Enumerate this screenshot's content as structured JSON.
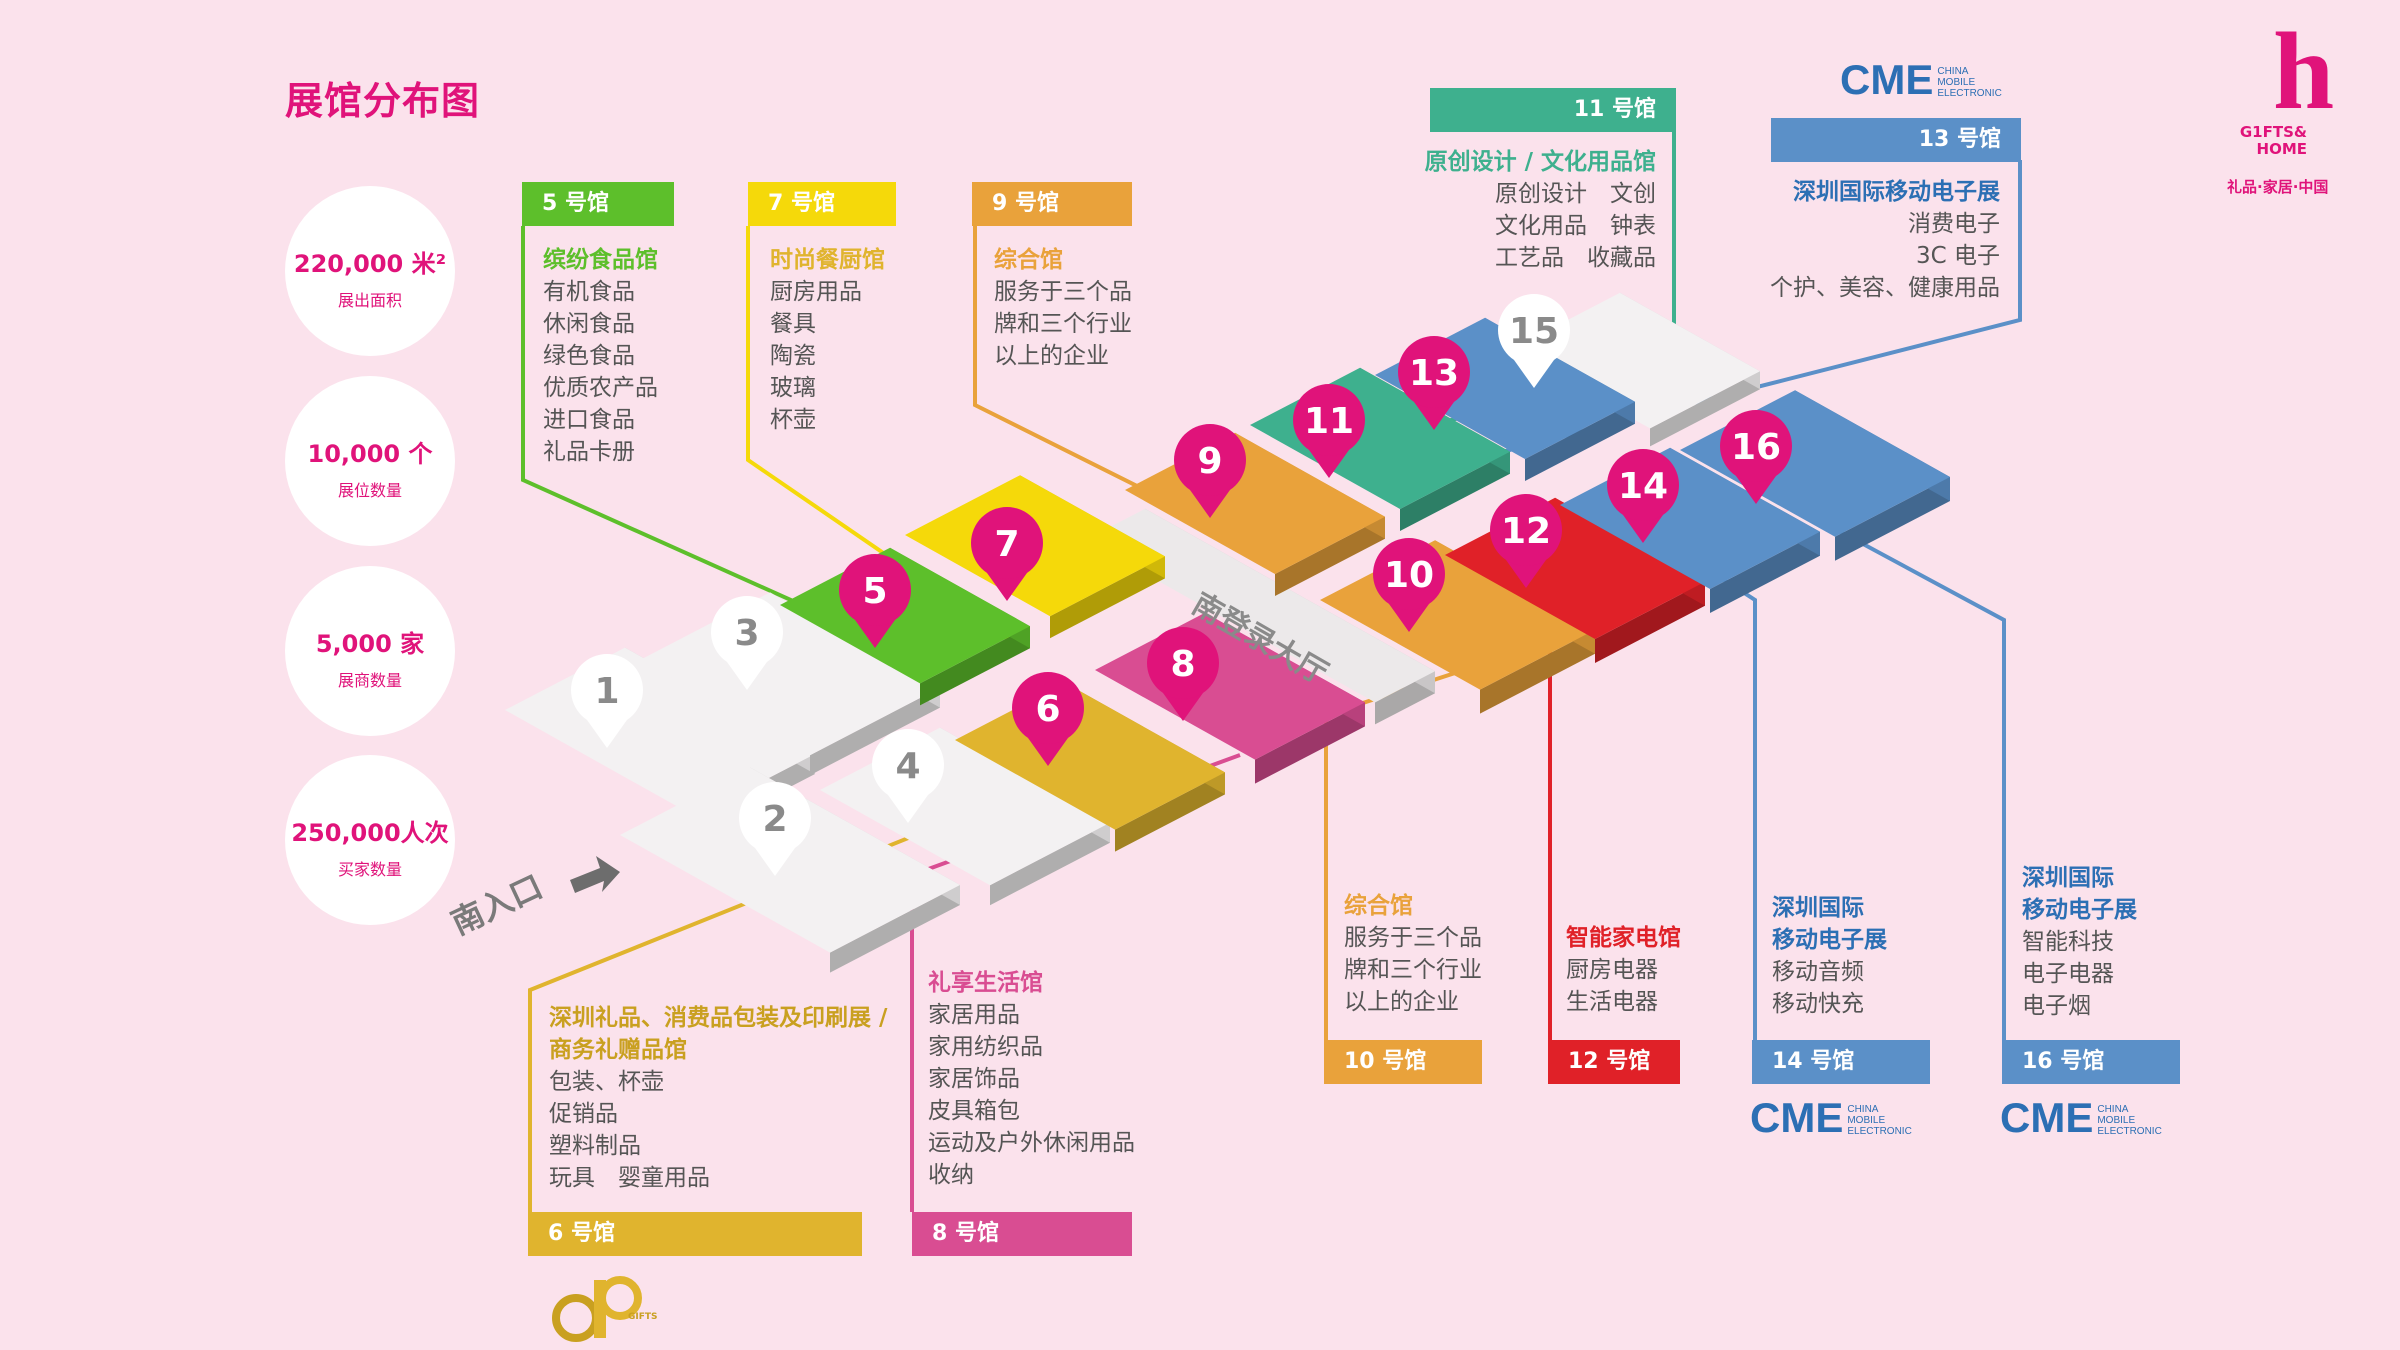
{
  "title": "展馆分布图",
  "stats": [
    {
      "value": "220,000 米²",
      "label": "展出面积"
    },
    {
      "value": "10,000 个",
      "label": "展位数量"
    },
    {
      "value": "5,000 家",
      "label": "展商数量"
    },
    {
      "value": "250,000人次",
      "label": "买家数量"
    }
  ],
  "colors": {
    "h5": "#5dbf2b",
    "h7": "#f5d90a",
    "h9": "#e9a23b",
    "h11": "#3eb08e",
    "h13": "#5b90c8",
    "h6": "#e0b42e",
    "h8": "#d94d92",
    "h10": "#e9a23b",
    "h12": "#e02128",
    "h14": "#5b90c8",
    "h16": "#5b90c8",
    "pin": "#e0137a",
    "accent": "#e0137a"
  },
  "halls": {
    "h5": {
      "tag": "5 号馆",
      "head": "缤纷食品馆",
      "items": [
        "有机食品",
        "休闲食品",
        "绿色食品",
        "优质农产品",
        "进口食品",
        "礼品卡册"
      ]
    },
    "h7": {
      "tag": "7 号馆",
      "head": "时尚餐厨馆",
      "items": [
        "厨房用品",
        "餐具",
        "陶瓷",
        "玻璃",
        "杯壶"
      ]
    },
    "h9": {
      "tag": "9 号馆",
      "head": "综合馆",
      "items": [
        "服务于三个品",
        "牌和三个行业",
        "以上的企业"
      ]
    },
    "h11": {
      "tag": "11 号馆",
      "head": "原创设计 / 文化用品馆",
      "items": [
        "原创设计　文创",
        "文化用品　钟表",
        "工艺品　收藏品"
      ]
    },
    "h13": {
      "tag": "13 号馆",
      "head": "深圳国际移动电子展",
      "items": [
        "消费电子",
        "3C 电子",
        "个护、美容、健康用品"
      ]
    },
    "h6": {
      "tag": "6 号馆",
      "head": "深圳礼品、消费品包装及印刷展 /",
      "head2": "商务礼赠品馆",
      "items": [
        "包装、杯壶",
        "促销品",
        "塑料制品",
        "玩具　婴童用品"
      ]
    },
    "h8": {
      "tag": "8 号馆",
      "head": "礼享生活馆",
      "items": [
        "家居用品",
        "家用纺织品",
        "家居饰品",
        "皮具箱包",
        "运动及户外休闲用品",
        "收纳"
      ]
    },
    "h10": {
      "tag": "10 号馆",
      "head": "综合馆",
      "items": [
        "服务于三个品",
        "牌和三个行业",
        "以上的企业"
      ]
    },
    "h12": {
      "tag": "12 号馆",
      "head": "智能家电馆",
      "items": [
        "厨房电器",
        "生活电器"
      ]
    },
    "h14": {
      "tag": "14 号馆",
      "head": "深圳国际",
      "head2": "移动电子展",
      "items": [
        "移动音频",
        "移动快充"
      ]
    },
    "h16": {
      "tag": "16 号馆",
      "head": "深圳国际",
      "head2": "移动电子展",
      "items": [
        "智能科技",
        "电子电器",
        "电子烟"
      ]
    }
  },
  "map": {
    "entrance": "南入口",
    "hall_lobby": "南登录大厅",
    "pins": [
      "1",
      "2",
      "3",
      "4",
      "5",
      "6",
      "7",
      "8",
      "9",
      "10",
      "11",
      "12",
      "13",
      "14",
      "15",
      "16"
    ]
  },
  "logos": {
    "cme_big": "CME",
    "cme_small": [
      "CHINA",
      "MOBILE",
      "ELECTRONIC"
    ],
    "gh_text": [
      "G1FTS&",
      "HOME"
    ],
    "gh_cn": "礼品·家居·中国",
    "gifts_logo": "GIFTS"
  }
}
